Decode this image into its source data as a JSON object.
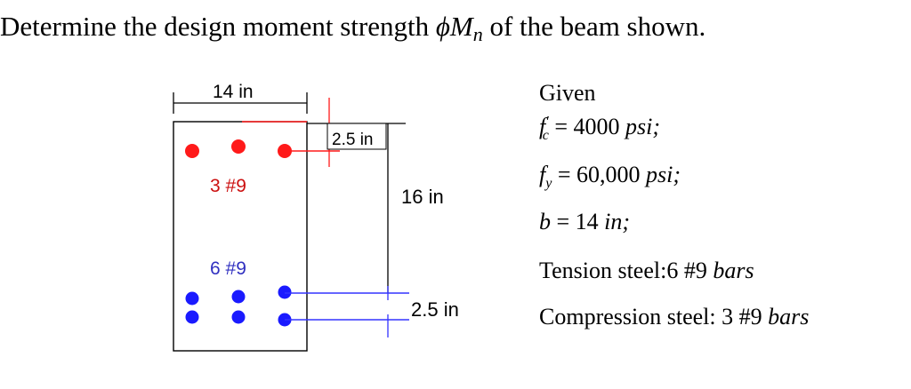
{
  "question": {
    "prefix": "Determine the design moment strength ",
    "phi": "ϕ",
    "M": "M",
    "n": "n",
    "suffix": " of the beam shown."
  },
  "diagram": {
    "width_label": "14 in",
    "top_cover_label": "2.5 in",
    "compression_bars_label": "3 #9",
    "depth_label": "16 in",
    "tension_bars_label": "6 #9",
    "bottom_cover_label": "2.5 in",
    "colors": {
      "compression_bar": "#ff1a1a",
      "tension_bar": "#1a1aff",
      "red_dim": "#ff1a1a",
      "blue_dim": "#3333ff",
      "outline": "#000000",
      "label_red": "#cc1010",
      "label_blue": "#3030c0"
    }
  },
  "given": {
    "heading": "Given",
    "fc_symbol": "f",
    "fc_sub": "c",
    "fc_value": " = 4000 ",
    "fc_unit": "psi;",
    "fy_symbol": "f",
    "fy_sub": "y",
    "fy_value": " = 60,000 ",
    "fy_unit": "psi;",
    "b_symbol": "b",
    "b_value": " = 14 ",
    "b_unit": "in;",
    "tension_prefix": "Tension steel:6 #9 ",
    "tension_unit": "bars",
    "compression_prefix": "Compression steel: 3  #9 ",
    "compression_unit": "bars"
  }
}
